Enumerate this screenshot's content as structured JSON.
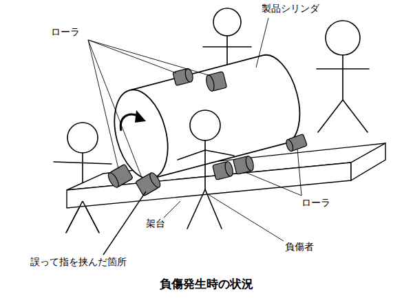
{
  "diagram": {
    "title": "負傷発生時の状況",
    "labels": [
      "ローラ",
      "製品シリンダ",
      "ローラ",
      "架台",
      "誤って指を挟んだ箇所",
      "負傷者"
    ]
  }
}
